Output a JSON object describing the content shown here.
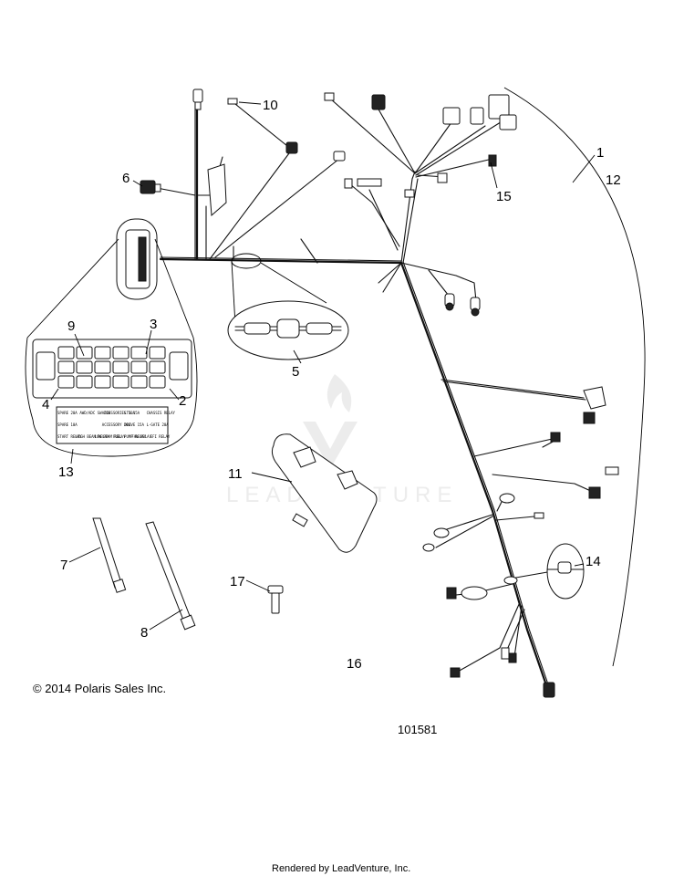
{
  "callouts": [
    {
      "id": "1",
      "label": "1"
    },
    {
      "id": "2",
      "label": "2"
    },
    {
      "id": "3",
      "label": "3"
    },
    {
      "id": "4",
      "label": "4"
    },
    {
      "id": "5",
      "label": "5"
    },
    {
      "id": "6",
      "label": "6"
    },
    {
      "id": "7",
      "label": "7"
    },
    {
      "id": "8",
      "label": "8"
    },
    {
      "id": "9",
      "label": "9"
    },
    {
      "id": "10",
      "label": "10"
    },
    {
      "id": "11",
      "label": "11"
    },
    {
      "id": "12",
      "label": "12"
    },
    {
      "id": "13",
      "label": "13"
    },
    {
      "id": "14",
      "label": "14"
    },
    {
      "id": "15",
      "label": "15"
    },
    {
      "id": "16",
      "label": "16"
    },
    {
      "id": "17",
      "label": "17"
    }
  ],
  "copyright": "© 2014 Polaris Sales Inc.",
  "diagram_number": "101581",
  "footer": "Rendered by LeadVenture, Inc.",
  "watermark": "LEADVENTURE",
  "fuse_chart": [
    [
      "SPARE 20A",
      "AWD/ADC SW 20A",
      "ACCESSORIES 10A",
      "LTS 15A",
      "CHASSIS RELAY"
    ],
    [
      "SPARE 10A",
      "",
      "ACCESSORY 20A",
      "DRIVE 15A",
      "L-GATE 20A"
    ],
    [
      "START RELAY",
      "HIGH BEAM RELAY",
      "LOW BEAM RELAY",
      "FUEL PUMP RELAY",
      "FAN RELAY",
      "EFI RELAY"
    ]
  ]
}
